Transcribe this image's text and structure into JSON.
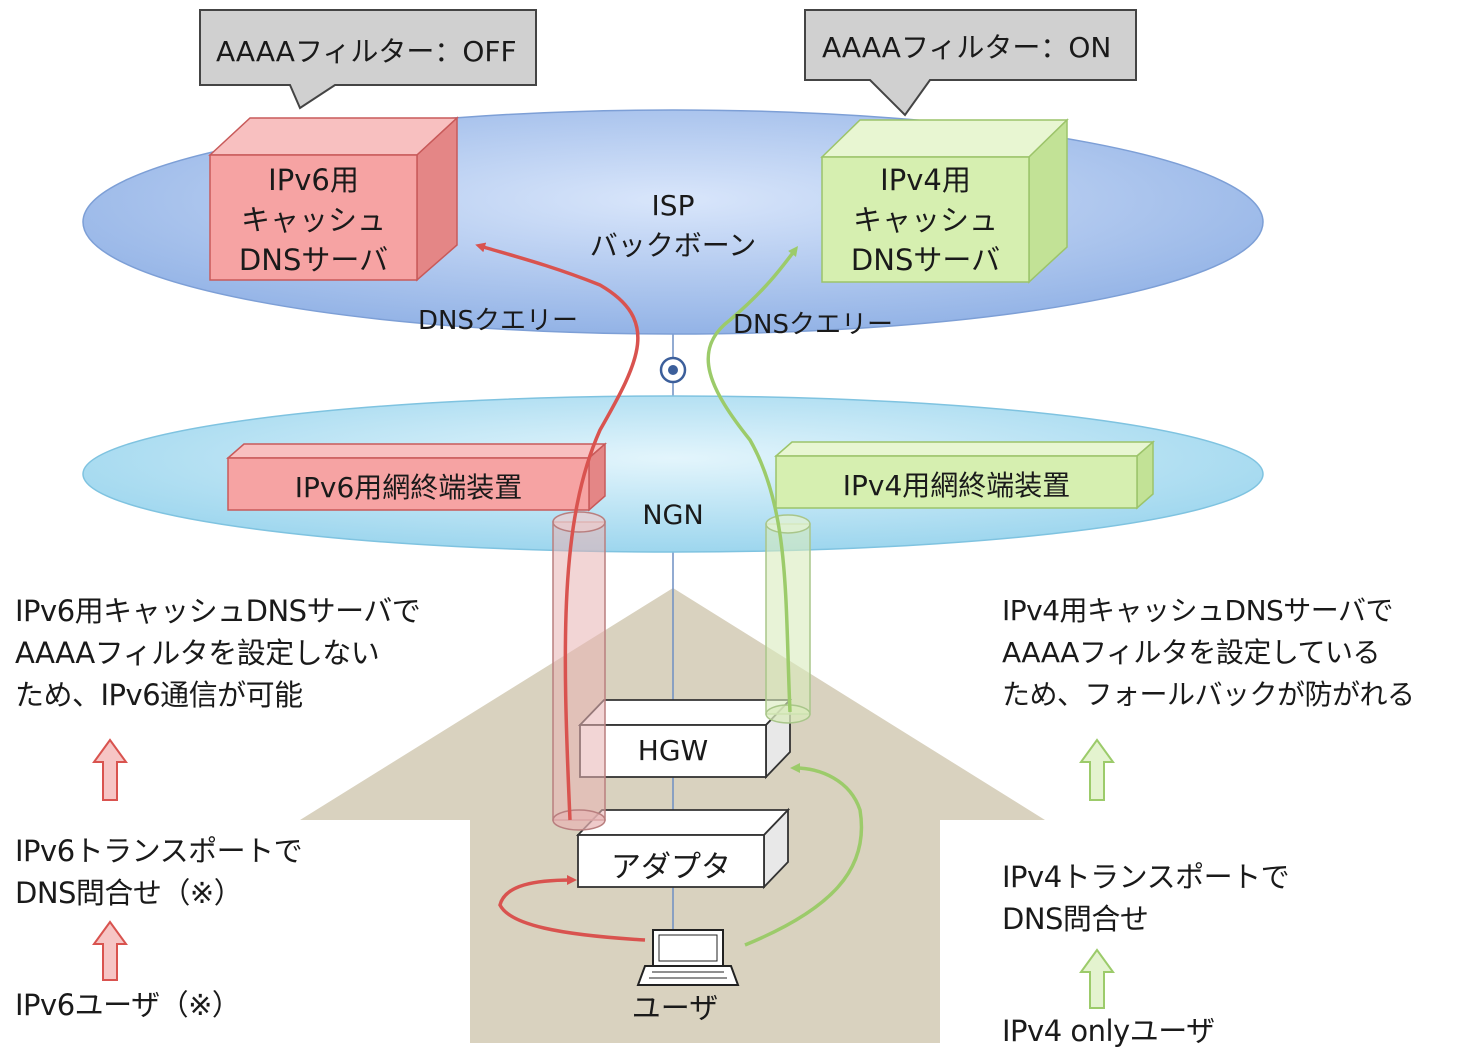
{
  "callouts": {
    "left": "AAAAフィルター：OFF",
    "right": "AAAAフィルター：ON"
  },
  "isp": {
    "label_line1": "ISP",
    "label_line2": "バックボーン",
    "color": "#a9c4ee"
  },
  "ngn": {
    "label": "NGN",
    "color": "#b6e3f5"
  },
  "servers": {
    "ipv6": {
      "line1": "IPv6用",
      "line2": "キャッシュ",
      "line3": "DNSサーバ",
      "color": "#f6a3a3"
    },
    "ipv4": {
      "line1": "IPv4用",
      "line2": "キャッシュ",
      "line3": "DNSサーバ",
      "color": "#d6efb0"
    }
  },
  "terminals": {
    "ipv6": "IPv6用網終端装置",
    "ipv4": "IPv4用網終端装置"
  },
  "queries": {
    "left": "DNSクエリー",
    "right": "DNSクエリー"
  },
  "devices": {
    "hgw": "HGW",
    "adapter": "アダプタ",
    "user": "ユーザ"
  },
  "left_notes": {
    "result": [
      "IPv6用キャッシュDNSサーバで",
      "AAAAフィルタを設定しない",
      "ため、IPv6通信が可能"
    ],
    "transport": [
      "IPv6トランスポートで",
      "DNS問合せ（※）"
    ],
    "user": "IPv6ユーザ（※）"
  },
  "right_notes": {
    "result": [
      "IPv4用キャッシュDNSサーバで",
      "AAAAフィルタを設定している",
      "ため、フォールバックが防がれる"
    ],
    "transport": [
      "IPv4トランスポートで",
      "DNS問合せ"
    ],
    "user": "IPv4 onlyユーザ"
  },
  "colors": {
    "ipv6_arrow": "#d9534f",
    "ipv4_arrow": "#9ccb6a",
    "house": "#d9d2bf"
  }
}
